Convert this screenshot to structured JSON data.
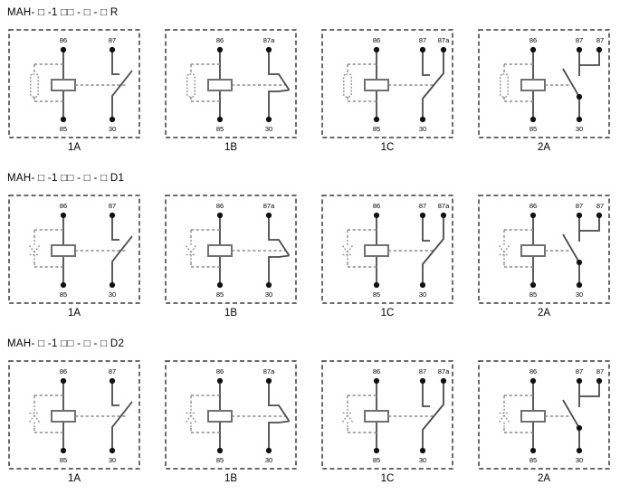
{
  "colors": {
    "background": "#ffffff",
    "solid": "#4a4a4a",
    "dash": "#8b8b8b",
    "border": "#3a3a3a",
    "dot": "#111111",
    "coil": "#707070",
    "text": "#000000"
  },
  "rows": [
    {
      "title": "MAH- □ -1 □□ - □ - □ R",
      "suppression_symbol": "resistor-icon",
      "cells": [
        {
          "caption": "1A",
          "contact": "normally-open",
          "terminals": {
            "coil_top": "86",
            "coil_bottom": "85",
            "switch_top": "87",
            "switch_bottom": "30"
          }
        },
        {
          "caption": "1B",
          "contact": "normally-closed",
          "terminals": {
            "coil_top": "86",
            "coil_bottom": "85",
            "switch_top": "87a",
            "switch_bottom": "30"
          }
        },
        {
          "caption": "1C",
          "contact": "changeover",
          "terminals": {
            "coil_top": "86",
            "coil_bottom": "85",
            "switch_top": "87",
            "switch_top_right": "87a",
            "switch_bottom": "30"
          }
        },
        {
          "caption": "2A",
          "contact": "double-normally-open",
          "terminals": {
            "coil_top": "86",
            "coil_bottom": "85",
            "switch_top": "87",
            "switch_top_right": "87",
            "switch_bottom": "30"
          }
        }
      ]
    },
    {
      "title": "MAH- □ -1 □□ - □ - □ D1",
      "suppression_symbol": "diode-down-icon",
      "cells": [
        {
          "caption": "1A",
          "contact": "normally-open",
          "terminals": {
            "coil_top": "86",
            "coil_bottom": "85",
            "switch_top": "87",
            "switch_bottom": "30"
          }
        },
        {
          "caption": "1B",
          "contact": "normally-closed",
          "terminals": {
            "coil_top": "86",
            "coil_bottom": "85",
            "switch_top": "87a",
            "switch_bottom": "30"
          }
        },
        {
          "caption": "1C",
          "contact": "changeover",
          "terminals": {
            "coil_top": "86",
            "coil_bottom": "85",
            "switch_top": "87",
            "switch_top_right": "87a",
            "switch_bottom": "30"
          }
        },
        {
          "caption": "2A",
          "contact": "double-normally-open",
          "terminals": {
            "coil_top": "86",
            "coil_bottom": "85",
            "switch_top": "87",
            "switch_top_right": "87",
            "switch_bottom": "30"
          }
        }
      ]
    },
    {
      "title": "MAH- □ -1 □□ - □ - □ D2",
      "suppression_symbol": "diode-up-icon",
      "cells": [
        {
          "caption": "1A",
          "contact": "normally-open",
          "terminals": {
            "coil_top": "86",
            "coil_bottom": "85",
            "switch_top": "87",
            "switch_bottom": "30"
          }
        },
        {
          "caption": "1B",
          "contact": "normally-closed",
          "terminals": {
            "coil_top": "86",
            "coil_bottom": "85",
            "switch_top": "87a",
            "switch_bottom": "30"
          }
        },
        {
          "caption": "1C",
          "contact": "changeover",
          "terminals": {
            "coil_top": "86",
            "coil_bottom": "85",
            "switch_top": "87",
            "switch_top_right": "87a",
            "switch_bottom": "30"
          }
        },
        {
          "caption": "2A",
          "contact": "double-normally-open",
          "terminals": {
            "coil_top": "86",
            "coil_bottom": "85",
            "switch_top": "87",
            "switch_top_right": "87",
            "switch_bottom": "30"
          }
        }
      ]
    }
  ]
}
